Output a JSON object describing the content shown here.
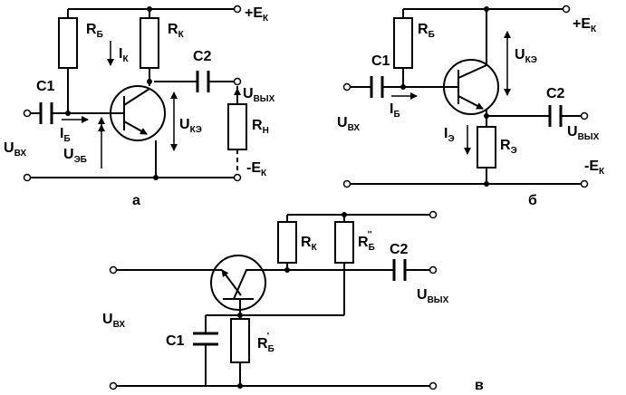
{
  "circuit_a": {
    "caption": "а",
    "rb": {
      "main": "R",
      "sub": "Б"
    },
    "rk": {
      "main": "R",
      "sub": "К"
    },
    "ik": {
      "main": "I",
      "sub": "К"
    },
    "c1": "C1",
    "c2": "C2",
    "ib": {
      "main": "I",
      "sub": "Б"
    },
    "uin": {
      "main": "U",
      "sub": "ВХ"
    },
    "ueb": {
      "main": "U",
      "sub": "ЭБ"
    },
    "uke": {
      "main": "U",
      "sub": "КЭ"
    },
    "uout": {
      "main": "U",
      "sub": "ВЫХ"
    },
    "rn": {
      "main": "R",
      "sub": "Н"
    },
    "vplus": {
      "main": "+E",
      "sub": "К"
    },
    "vminus": {
      "main": "-E",
      "sub": "К"
    }
  },
  "circuit_b": {
    "caption": "б",
    "rb": {
      "main": "R",
      "sub": "Б"
    },
    "c1": "C1",
    "ib": {
      "main": "I",
      "sub": "Б"
    },
    "uin": {
      "main": "U",
      "sub": "ВХ"
    },
    "uke": {
      "main": "U",
      "sub": "КЭ"
    },
    "c2": "C2",
    "uout": {
      "main": "U",
      "sub": "ВЫХ"
    },
    "ie": {
      "main": "I",
      "sub": "Э"
    },
    "re": {
      "main": "R",
      "sub": "Э"
    },
    "vplus": {
      "main": "+E",
      "sub": "К"
    },
    "vminus": {
      "main": "-E",
      "sub": "К"
    }
  },
  "circuit_c": {
    "caption": "в",
    "rk": {
      "main": "R",
      "sub": "К"
    },
    "rb2": {
      "main": "R",
      "sub": "Б",
      "mark": "''"
    },
    "c2": "C2",
    "uout": {
      "main": "U",
      "sub": "ВЫХ"
    },
    "uin": {
      "main": "U",
      "sub": "ВХ"
    },
    "c1": "C1",
    "rb1": {
      "main": "R",
      "sub": "Б",
      "mark": "'"
    }
  }
}
